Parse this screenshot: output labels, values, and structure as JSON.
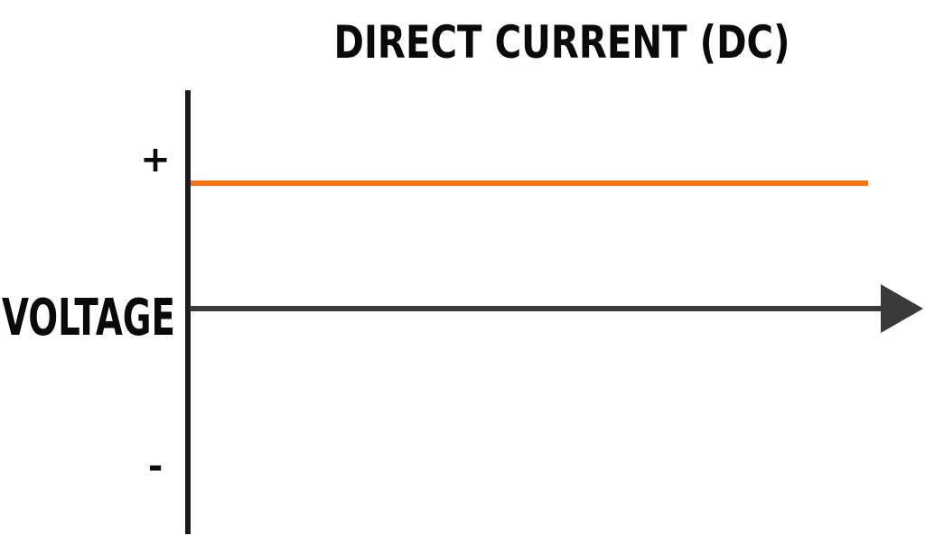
{
  "title": "DIRECT CURRENT (DC)",
  "axis": {
    "ylabel": "VOLTAGE",
    "positive_label": "+",
    "negative_label": "-"
  },
  "signal": {
    "type": "constant",
    "level": "positive",
    "color": "#f97316"
  },
  "colors": {
    "axis": "#3a3a3a",
    "vertical_axis": "#1a1a1a",
    "text": "#0a0a0a"
  },
  "chart_data": {
    "type": "line",
    "title": "DIRECT CURRENT (DC)",
    "xlabel": "",
    "ylabel": "VOLTAGE",
    "series": [
      {
        "values": [
          1,
          1
        ]
      }
    ],
    "ylim": [
      -1.4,
      1.4
    ],
    "legend": "none",
    "grid": false
  }
}
